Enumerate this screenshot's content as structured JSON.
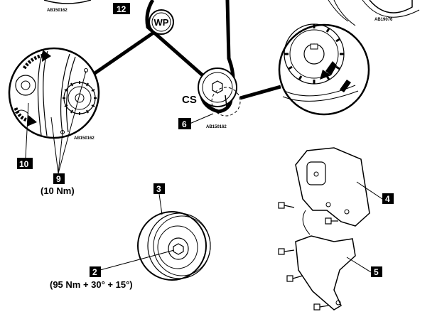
{
  "callouts": {
    "n12": "12",
    "n6": "6",
    "n10": "10",
    "n9": "9",
    "n3": "3",
    "n2": "2",
    "n4": "4",
    "n5": "5"
  },
  "labels": {
    "wp": "WP",
    "cs": "CS",
    "torque_9": "(10 Nm)",
    "torque_2": "(95 Nm + 30° + 15°)"
  },
  "refs": {
    "top_left": "AB150162",
    "top_right": "AB19076",
    "crank": "AB150162",
    "left_detail": "AB150162"
  },
  "icons": {
    "rotation_arrows": "curved-arrow-icon",
    "alignment_arrow": "arrow-icon"
  }
}
